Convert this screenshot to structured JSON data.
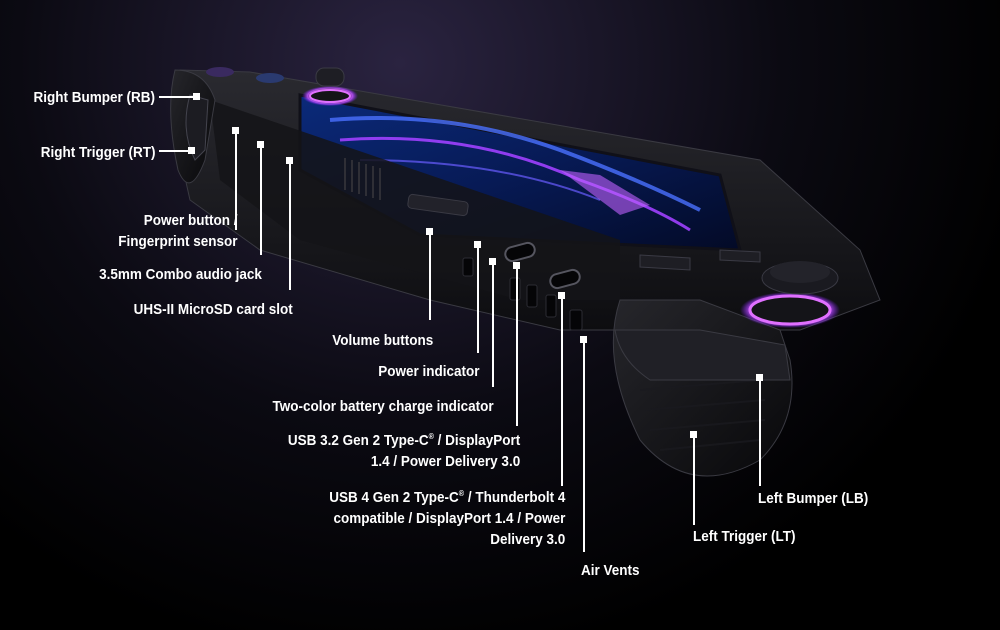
{
  "labels": {
    "rb": "Right Bumper (RB)",
    "rt": "Right Trigger (RT)",
    "power_line1": "Power button /",
    "power_line2": "Fingerprint sensor",
    "audio": "3.5mm Combo audio jack",
    "sd": "UHS-II MicroSD card slot",
    "volume": "Volume buttons",
    "power_indicator": "Power indicator",
    "battery": "Two-color battery charge indicator",
    "usb32_line1a": "USB 3.2 Gen 2 Type-C",
    "usb32_reg": "®",
    "usb32_line1b": " / DisplayPort",
    "usb32_line2": "1.4 / Power Delivery 3.0",
    "usb4_line1a": "USB 4 Gen 2 Type-C",
    "usb4_reg": "®",
    "usb4_line1b": " / Thunderbolt 4",
    "usb4_line2": "compatible / DisplayPort 1.4 / Power",
    "usb4_line3": "Delivery 3.0",
    "vents": "Air Vents",
    "lb": "Left Bumper (LB)",
    "lt": "Left Trigger (LT)"
  },
  "colors": {
    "background": "#000000",
    "label": "#ffffff",
    "device_body": "#1a1a1e",
    "screen": "#0a1640",
    "accent_purple": "#b040ff",
    "accent_blue": "#3a7bff"
  }
}
